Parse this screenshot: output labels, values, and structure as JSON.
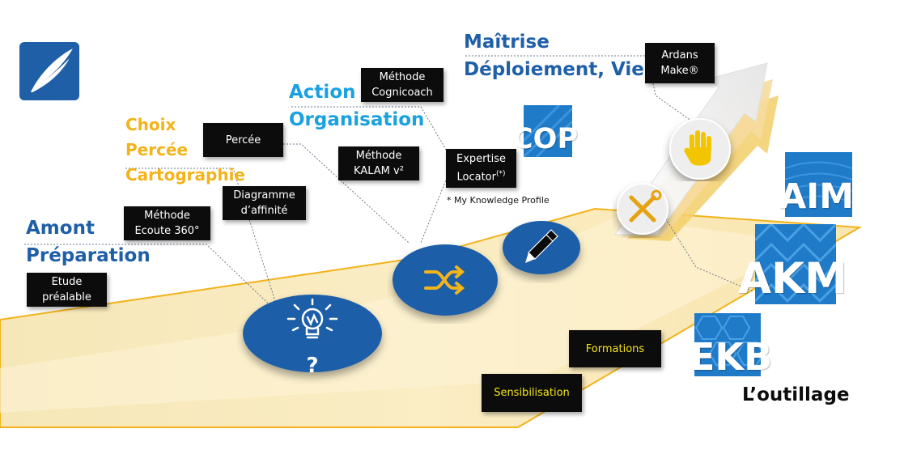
{
  "logo": {
    "name": "feather-logo"
  },
  "phases": [
    {
      "id": "amont",
      "lines": [
        "Amont",
        "Préparation"
      ],
      "color": "#1f5fa8"
    },
    {
      "id": "choix",
      "lines": [
        "Choix",
        "Percée",
        "Cartographie"
      ],
      "color": "#f2b31b"
    },
    {
      "id": "action",
      "lines": [
        "Action",
        "Organisation"
      ],
      "color": "#1aa1e0"
    },
    {
      "id": "maitrise",
      "lines": [
        "Maîtrise",
        "Déploiement, Vie"
      ],
      "color": "#1f5fa8"
    }
  ],
  "methods": {
    "etude": [
      "Etude",
      "préalable"
    ],
    "ecoute": [
      "Méthode",
      "Ecoute 360°"
    ],
    "percee": [
      "Percée"
    ],
    "diagramme": [
      "Diagramme",
      "d’affinité"
    ],
    "kalam": [
      "Méthode",
      "KALAM v²"
    ],
    "cognicoach": [
      "Méthode",
      "Cognicoach"
    ],
    "expertise": [
      "Expertise",
      "Locator(*)"
    ],
    "ardans": [
      "Ardans",
      "Make®"
    ]
  },
  "trainings": {
    "formations": "Formations",
    "sensibilisation": "Sensibilisation"
  },
  "footnote": "* My Knowledge Profile",
  "bulb_mark": "?",
  "tools": {
    "cop": "COP",
    "aim": "AIM",
    "akm": "AKM",
    "ekb": "EKB"
  },
  "outillage": "L’outillage",
  "icons": {
    "bulb": "lightbulb-icon",
    "shuffle": "shuffle-icon",
    "pen": "pen-icon",
    "tools": "wrench-screwdriver-icon",
    "hand": "hand-icon"
  },
  "colors": {
    "blue": "#1f5fa8",
    "yellow": "#f2b31b",
    "sky": "#1aa1e0",
    "road": "#fbe9b6",
    "black": "#0c0c0c"
  }
}
